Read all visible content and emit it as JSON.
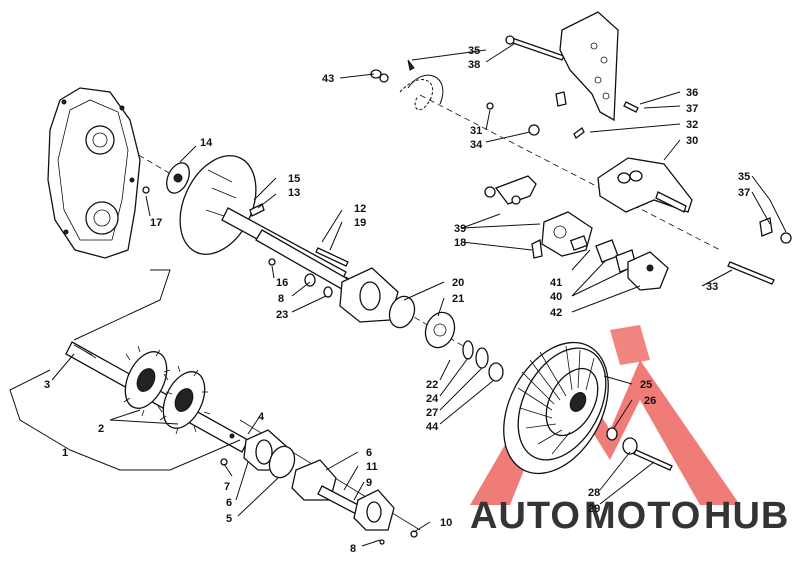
{
  "colors": {
    "line": "#111111",
    "watermark_red": "#e8332a",
    "watermark_gold": "#f0b323",
    "watermark_gray": "#4a4a4a"
  },
  "watermark": {
    "auto": "AUTO",
    "moto": "MOTO",
    "hub": "HUB"
  },
  "callouts": {
    "c1": "1",
    "c2": "2",
    "c3": "3",
    "c4": "4",
    "c5": "5",
    "c6a": "6",
    "c6b": "6",
    "c7": "7",
    "c8a": "8",
    "c8b": "8",
    "c9": "9",
    "c10": "10",
    "c11": "11",
    "c12": "12",
    "c13": "13",
    "c14": "14",
    "c15": "15",
    "c16": "16",
    "c17": "17",
    "c18": "18",
    "c19": "19",
    "c20": "20",
    "c21": "21",
    "c22": "22",
    "c23": "23",
    "c24": "24",
    "c25": "25",
    "c26": "26",
    "c27": "27",
    "c28": "28",
    "c29": "29",
    "c30": "30",
    "c31": "31",
    "c32": "32",
    "c33": "33",
    "c34": "34",
    "c35a": "35",
    "c35b": "35",
    "c36": "36",
    "c37a": "37",
    "c37b": "37",
    "c38": "38",
    "c39": "39",
    "c40": "40",
    "c41": "41",
    "c42": "42",
    "c43": "43",
    "c44": "44"
  }
}
